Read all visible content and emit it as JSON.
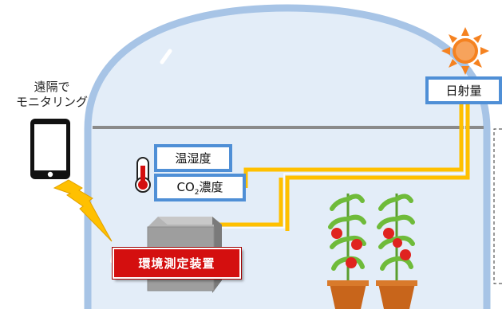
{
  "remote_monitoring": {
    "line1": "遠隔で",
    "line2": "モニタリング"
  },
  "sensors": {
    "solar_radiation": "日射量",
    "temp_humidity": "温湿度",
    "co2_prefix": "CO",
    "co2_subscript": "2",
    "co2_suffix": "濃度"
  },
  "device": {
    "label": "環境測定装置"
  },
  "colors": {
    "greenhouse_frame": "#a7c4e6",
    "greenhouse_fill": "#e3edf8",
    "sensor_border": "#4f8fd6",
    "cable": "#ffc000",
    "device_red": "#d40f0f",
    "sun": "#f58220",
    "lightning": "#ffc000"
  },
  "icons": [
    "smartphone-icon",
    "lightning-icon",
    "sun-icon",
    "thermometer-icon",
    "tomato-plant-icon"
  ]
}
